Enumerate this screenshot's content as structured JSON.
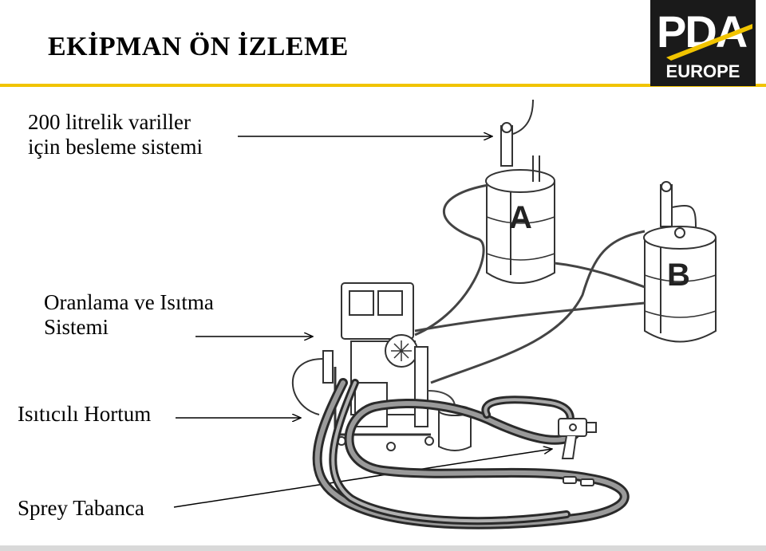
{
  "header": {
    "title": "EKİPMAN ÖN İZLEME",
    "accent_color": "#f1c400"
  },
  "logo": {
    "main_text": "PDA",
    "sub_text": "EUROPE",
    "background_color": "#1a1a1a"
  },
  "diagram": {
    "labels": {
      "feed_system_line1": "200 litrelik variller",
      "feed_system_line2": "için besleme sistemi",
      "proportioner_line1": "Oranlama ve Isıtma",
      "proportioner_line2": "Sistemi",
      "heated_hose": "Isıtıcılı Hortum",
      "spray_gun": "Sprey Tabanca"
    },
    "drum_a_letter": "A",
    "drum_b_letter": "B"
  }
}
